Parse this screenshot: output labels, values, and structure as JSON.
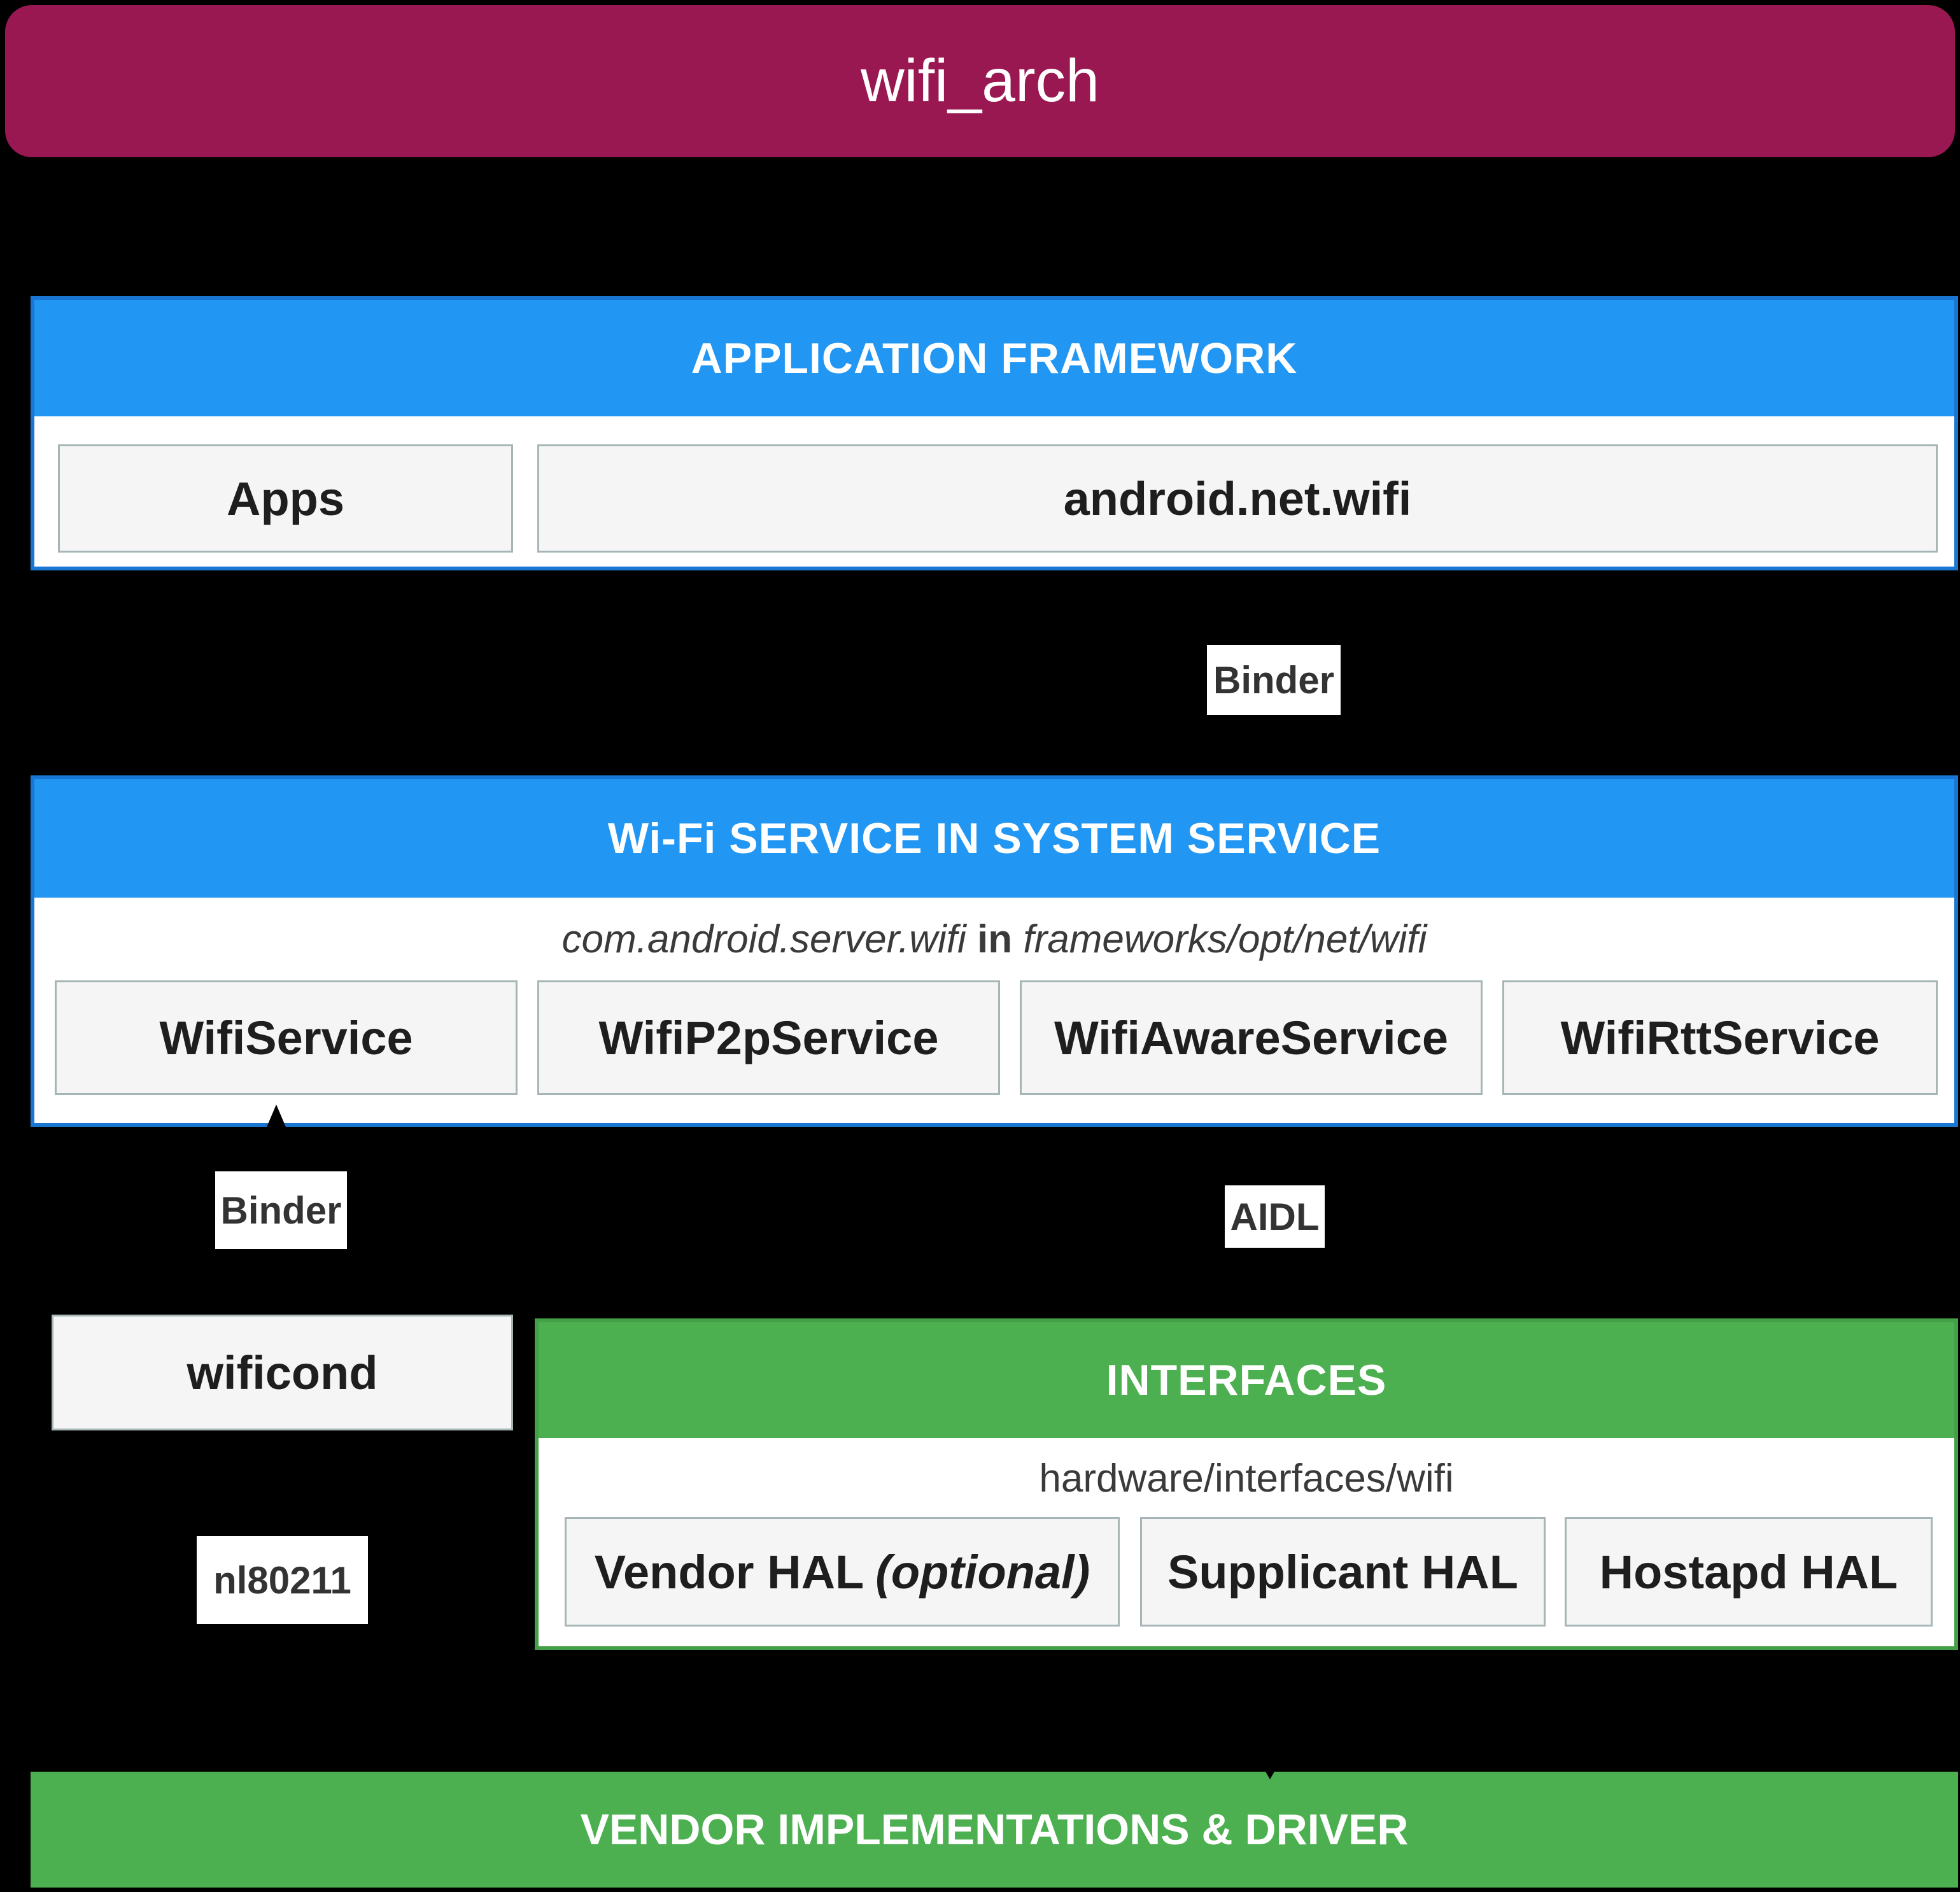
{
  "header": {
    "title": "wifi_arch"
  },
  "app_framework": {
    "title": "APPLICATION FRAMEWORK",
    "boxes": [
      {
        "label": "Apps"
      },
      {
        "label": "android.net.wifi"
      }
    ]
  },
  "binder_top": {
    "label": "Binder"
  },
  "wifi_service": {
    "title": "Wi-Fi SERVICE IN SYSTEM SERVICE",
    "path_prefix": "com.android.server.wifi",
    "path_in": "in",
    "path_suffix": "frameworks/opt/net/wifi",
    "boxes": [
      {
        "label": "WifiService"
      },
      {
        "label": "WifiP2pService"
      },
      {
        "label": "WifiAwareService"
      },
      {
        "label": "WifiRttService"
      }
    ]
  },
  "binder_left": {
    "label": "Binder"
  },
  "aidl": {
    "label": "AIDL"
  },
  "wificond": {
    "label": "wificond"
  },
  "nl80211": {
    "label": "nl80211"
  },
  "interfaces": {
    "title": "INTERFACES",
    "path": "hardware/interfaces/wifi",
    "boxes": [
      {
        "label": "Vendor HAL",
        "suffix": "(optional)"
      },
      {
        "label": "Supplicant HAL"
      },
      {
        "label": "Hostapd HAL"
      }
    ]
  },
  "vendor_bar": {
    "title": "VENDOR IMPLEMENTATIONS & DRIVER"
  },
  "colors": {
    "title_bar": "#9A1852",
    "blue_band": "#2196F3",
    "blue_border": "#1976D2",
    "green_band": "#4CAF50",
    "green_border": "#43A047",
    "node_fill": "#F5F5F5",
    "node_border": "#A6B5B5",
    "background": "#000000"
  }
}
